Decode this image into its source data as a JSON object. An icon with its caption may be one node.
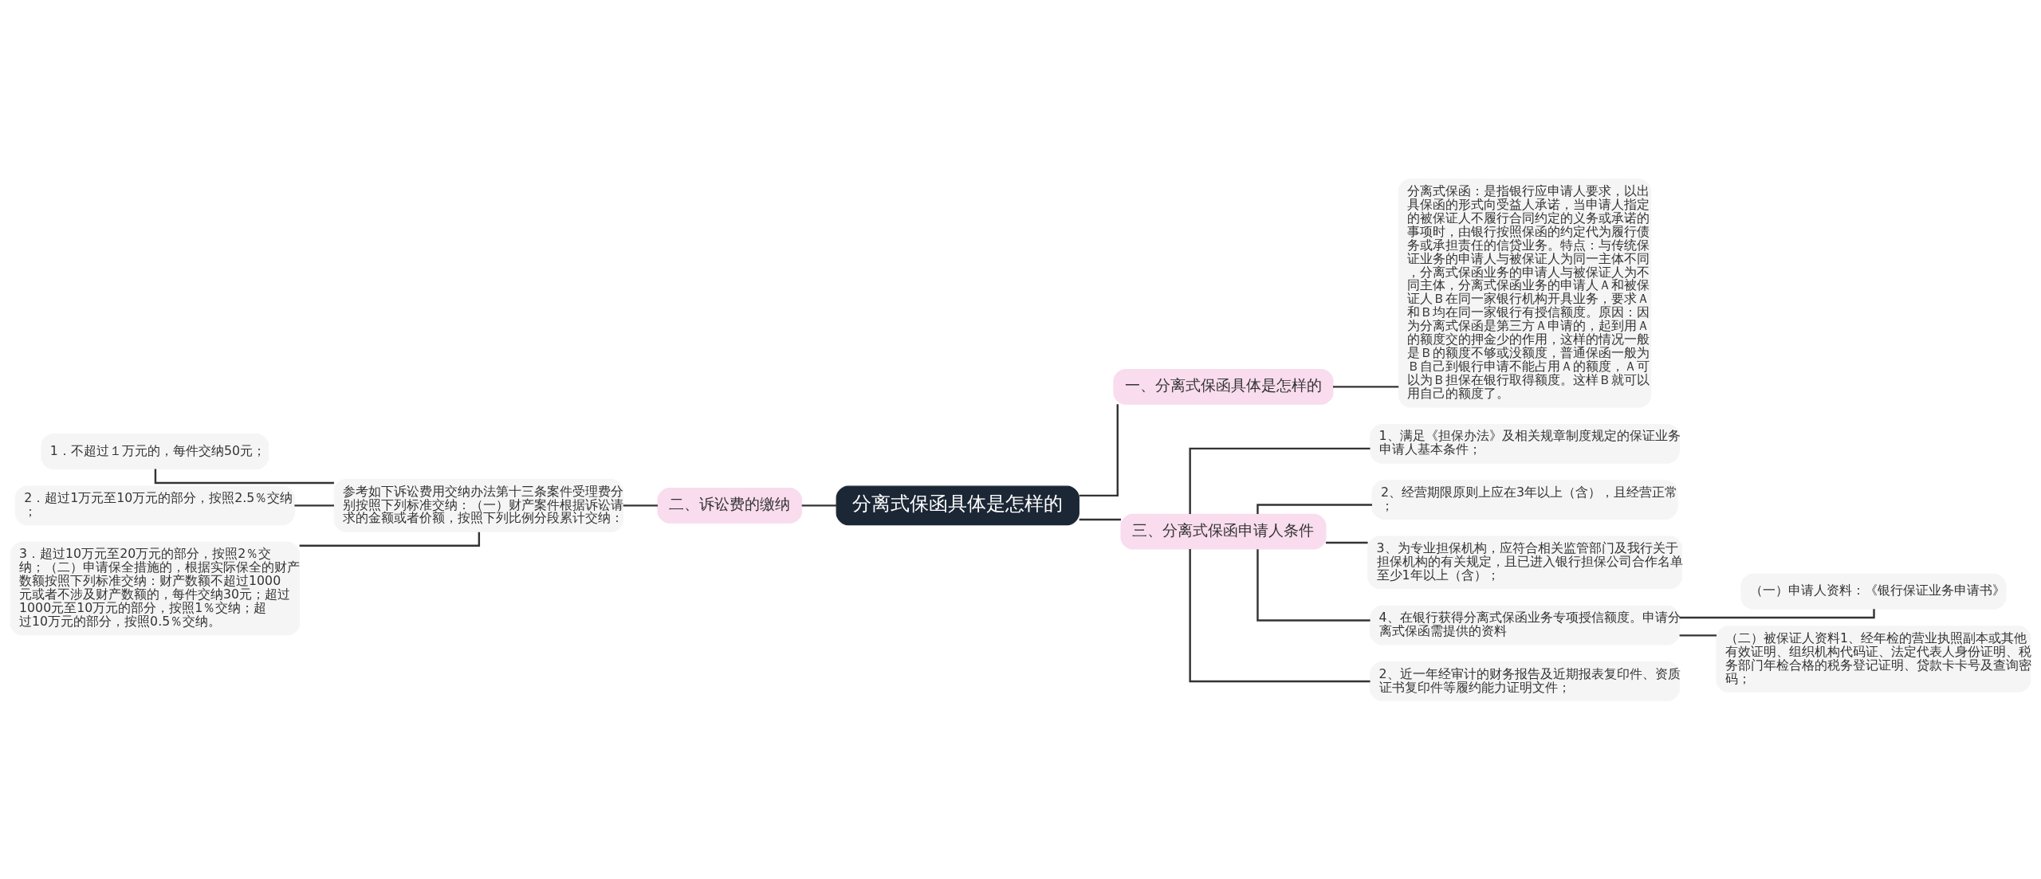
{
  "diagram": {
    "nodes": [
      {
        "text": [
          "分离式保函具体是怎样的"
        ]
      },
      {
        "text": [
          "一、分离式保函具体是怎样的"
        ]
      },
      {
        "text": [
          "分离式保函：是指银行应申请人要求，以出具保函的形式向受益人承诺，当申请人指定的被保证人不履行合同约定的义务或承诺的事项时，由银行按照保函的约定代为履行债务或承担责任的信贷业务。特点：与传统保证业务的申请人与被保证人为同一主体不同，分离式保函业务的申请人与被保证人为不同主体，分离式保函业务的申请人Ａ和被保证人Ｂ在同一家银行机构开具业务，要求Ａ和Ｂ均在同一家银行有授信额度。原因：因为分离式保函是第三方Ａ申请的，起到用Ａ的额度交的押金少的作用，这样的情况一般是Ｂ的额度不够或没额度，普通保函一般为Ｂ自己到银行申请不能占用Ａ的额度，Ａ可以为Ｂ担保在银行取得额度。这样Ｂ就可以用自己的额度了。"
        ]
      },
      {
        "text": [
          "二、诉讼费的缴纳"
        ]
      },
      {
        "text": [
          "参考如下诉讼费用交纳办法第十三条案件受理费分别按照下列标准交纳：（一）财产案件根据诉讼请求的金额或者价额，按照下列比例分段累计交纳："
        ]
      },
      {
        "text": [
          "1．不超过１万元的，每件交纳50元；"
        ]
      },
      {
        "text": [
          "2．超过1万元至10万元的部分，按照2.5％交纳；"
        ]
      },
      {
        "text": [
          "3．超过10万元至20万元的部分，按照2％交纳；（二）申请保全措施的，根据实际保全的财产数额按照下列标准交纳：财产数额不超过1000元或者不涉及财产数额的，每件交纳30元；超过1000元至10万元的部分，按照1％交纳；超过10万元的部分，按照0.5％交纳。"
        ]
      },
      {
        "text": [
          "三、分离式保函申请人条件"
        ]
      },
      {
        "text": [
          "1、满足《担保办法》及相关规章制度规定的保证业务申请人基本条件；"
        ]
      },
      {
        "text": [
          "2、经营期限原则上应在3年以上（含），且经营正常；"
        ]
      },
      {
        "text": [
          "3、为专业担保机构，应符合相关监管部门及我行关于担保机构的有关规定，且已进入银行担保公司合作名单至少1年以上（含）；"
        ]
      },
      {
        "text": [
          "4、在银行获得分离式保函业务专项授信额度。申请分离式保函需提供的资料"
        ]
      },
      {
        "text": [
          "2、近一年经审计的财务报告及近期报表复印件、资质证书复印件等履约能力证明文件；"
        ]
      },
      {
        "text": [
          "（一）申请人资料：《银行保证业务申请书》"
        ]
      },
      {
        "text": [
          "（二）被保证人资料1、经年检的营业执照副本或其他有效证明、组织机构代码证、法定代表人身份证明、税务部门年检合格的税务登记证明、贷款卡卡号及查询密码；"
        ]
      }
    ],
    "edges": [
      {
        "from": 0,
        "to": 1,
        "arrow": "none"
      },
      {
        "from": 1,
        "to": 2,
        "arrow": "none"
      },
      {
        "from": 0,
        "to": 3,
        "arrow": "none"
      },
      {
        "from": 3,
        "to": 4,
        "arrow": "none"
      },
      {
        "from": 4,
        "to": 5,
        "arrow": "none"
      },
      {
        "from": 4,
        "to": 6,
        "arrow": "none"
      },
      {
        "from": 4,
        "to": 7,
        "arrow": "none"
      },
      {
        "from": 0,
        "to": 8,
        "arrow": "none"
      },
      {
        "from": 8,
        "to": 9,
        "arrow": "none"
      },
      {
        "from": 8,
        "to": 10,
        "arrow": "none"
      },
      {
        "from": 8,
        "to": 11,
        "arrow": "none"
      },
      {
        "from": 8,
        "to": 12,
        "arrow": "none"
      },
      {
        "from": 8,
        "to": 13,
        "arrow": "none"
      },
      {
        "from": 12,
        "to": 14,
        "arrow": "none"
      },
      {
        "from": 12,
        "to": 15,
        "arrow": "none"
      }
    ]
  }
}
